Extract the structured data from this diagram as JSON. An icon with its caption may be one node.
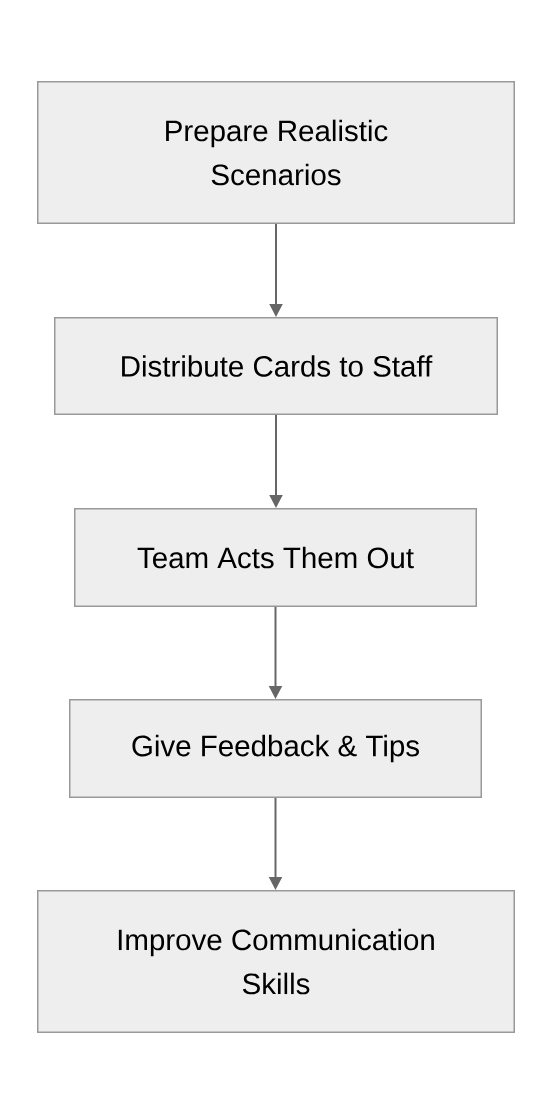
{
  "diagram": {
    "nodes": [
      {
        "text": [
          "Prepare Realistic Scenarios"
        ]
      },
      {
        "text": [
          "Distribute Cards to Staff"
        ]
      },
      {
        "text": [
          "Team Acts Them Out"
        ]
      },
      {
        "text": [
          "Give Feedback & Tips"
        ]
      },
      {
        "text": [
          "Improve Communication Skills"
        ]
      }
    ],
    "edges": [
      {
        "from": 0,
        "to": 1,
        "arrow": "to"
      },
      {
        "from": 1,
        "to": 2,
        "arrow": "to"
      },
      {
        "from": 2,
        "to": 3,
        "arrow": "to"
      },
      {
        "from": 3,
        "to": 4,
        "arrow": "to"
      }
    ]
  }
}
